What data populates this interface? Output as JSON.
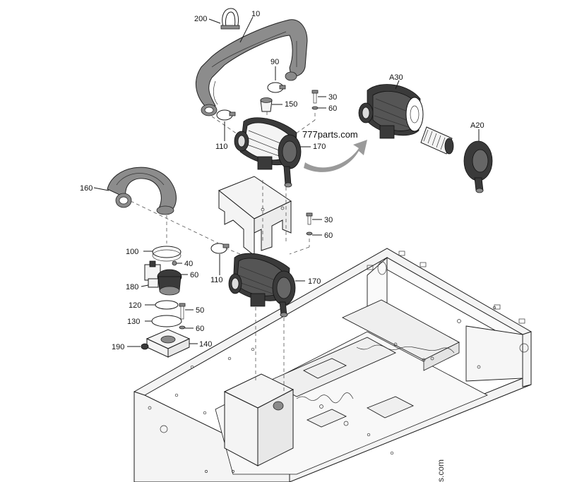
{
  "watermark": "777parts.com",
  "watermark_rotated": "s.com",
  "callouts": {
    "c200": "200",
    "c10": "10",
    "c90": "90",
    "c30a": "30",
    "c60a": "60",
    "c150": "150",
    "c110a": "110",
    "c170a": "170",
    "cA30": "A30",
    "cA20": "A20",
    "c160": "160",
    "c30b": "30",
    "c60b": "60",
    "c100": "100",
    "c40": "40",
    "c60c": "60",
    "c110b": "110",
    "c170b": "170",
    "c180": "180",
    "c120": "120",
    "c50": "50",
    "c130": "130",
    "c60d": "60",
    "c190": "190",
    "c140": "140"
  },
  "colors": {
    "line": "#1a1a1a",
    "hose_fill": "#8c8c8c",
    "part_dark": "#3a3a3a",
    "arrow": "#9a9a9a"
  }
}
